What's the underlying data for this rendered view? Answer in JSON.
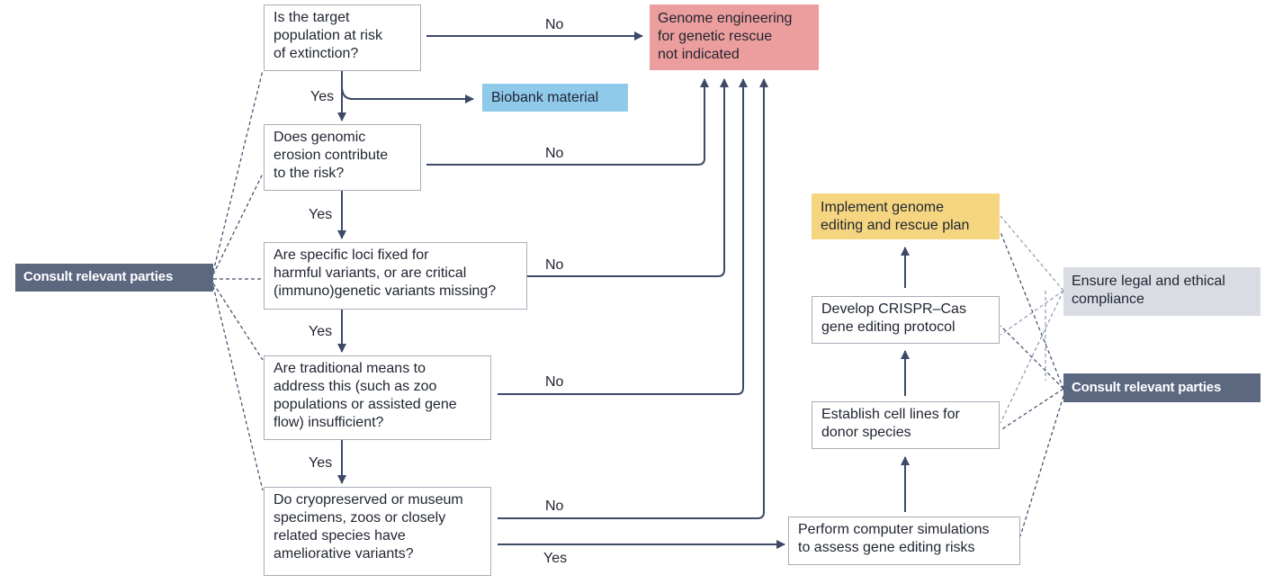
{
  "questions": {
    "q1": [
      "Is the target",
      "population at risk",
      "of extinction?"
    ],
    "q2": [
      "Does genomic",
      "erosion contribute",
      "to the risk?"
    ],
    "q3": [
      "Are specific loci fixed for",
      "harmful variants, or are critical",
      "(immuno)genetic variants missing?"
    ],
    "q4": [
      "Are traditional means to",
      "address this (such as zoo",
      "populations or assisted gene",
      "flow) insufficient?"
    ],
    "q5": [
      "Do cryopreserved or museum",
      "specimens, zoos or closely",
      "related species have",
      "ameliorative variants?"
    ]
  },
  "outcomes": {
    "not_indicated": [
      "Genome engineering",
      "for genetic rescue",
      "not indicated"
    ],
    "biobank": "Biobank material"
  },
  "steps": {
    "simulate": [
      "Perform computer simulations",
      "to assess gene editing risks"
    ],
    "cell_lines": [
      "Establish cell lines for",
      "donor species"
    ],
    "protocol": [
      "Develop CRISPR–Cas",
      "gene editing protocol"
    ],
    "implement": [
      "Implement genome",
      "editing and rescue plan"
    ]
  },
  "side": {
    "consult_left": "Consult relevant parties",
    "consult_right": "Consult relevant parties",
    "legal": [
      "Ensure legal and ethical",
      "compliance"
    ]
  },
  "edge_labels": {
    "no1": "No",
    "no2": "No",
    "no3": "No",
    "no4": "No",
    "no5": "No",
    "yes1": "Yes",
    "yes2": "Yes",
    "yes3": "Yes",
    "yes4": "Yes",
    "yes5": "Yes"
  },
  "colors": {
    "arrow": "#3d4a66",
    "dashed": "#3d4a66",
    "dashed_light": "#8d9ab3",
    "box_border": "#a7adb8",
    "not_indicated": "#ec9e9e",
    "biobank": "#8fcaeb",
    "implement": "#f5d57f",
    "legal": "#d9dde3",
    "consult": "#5c6780"
  }
}
